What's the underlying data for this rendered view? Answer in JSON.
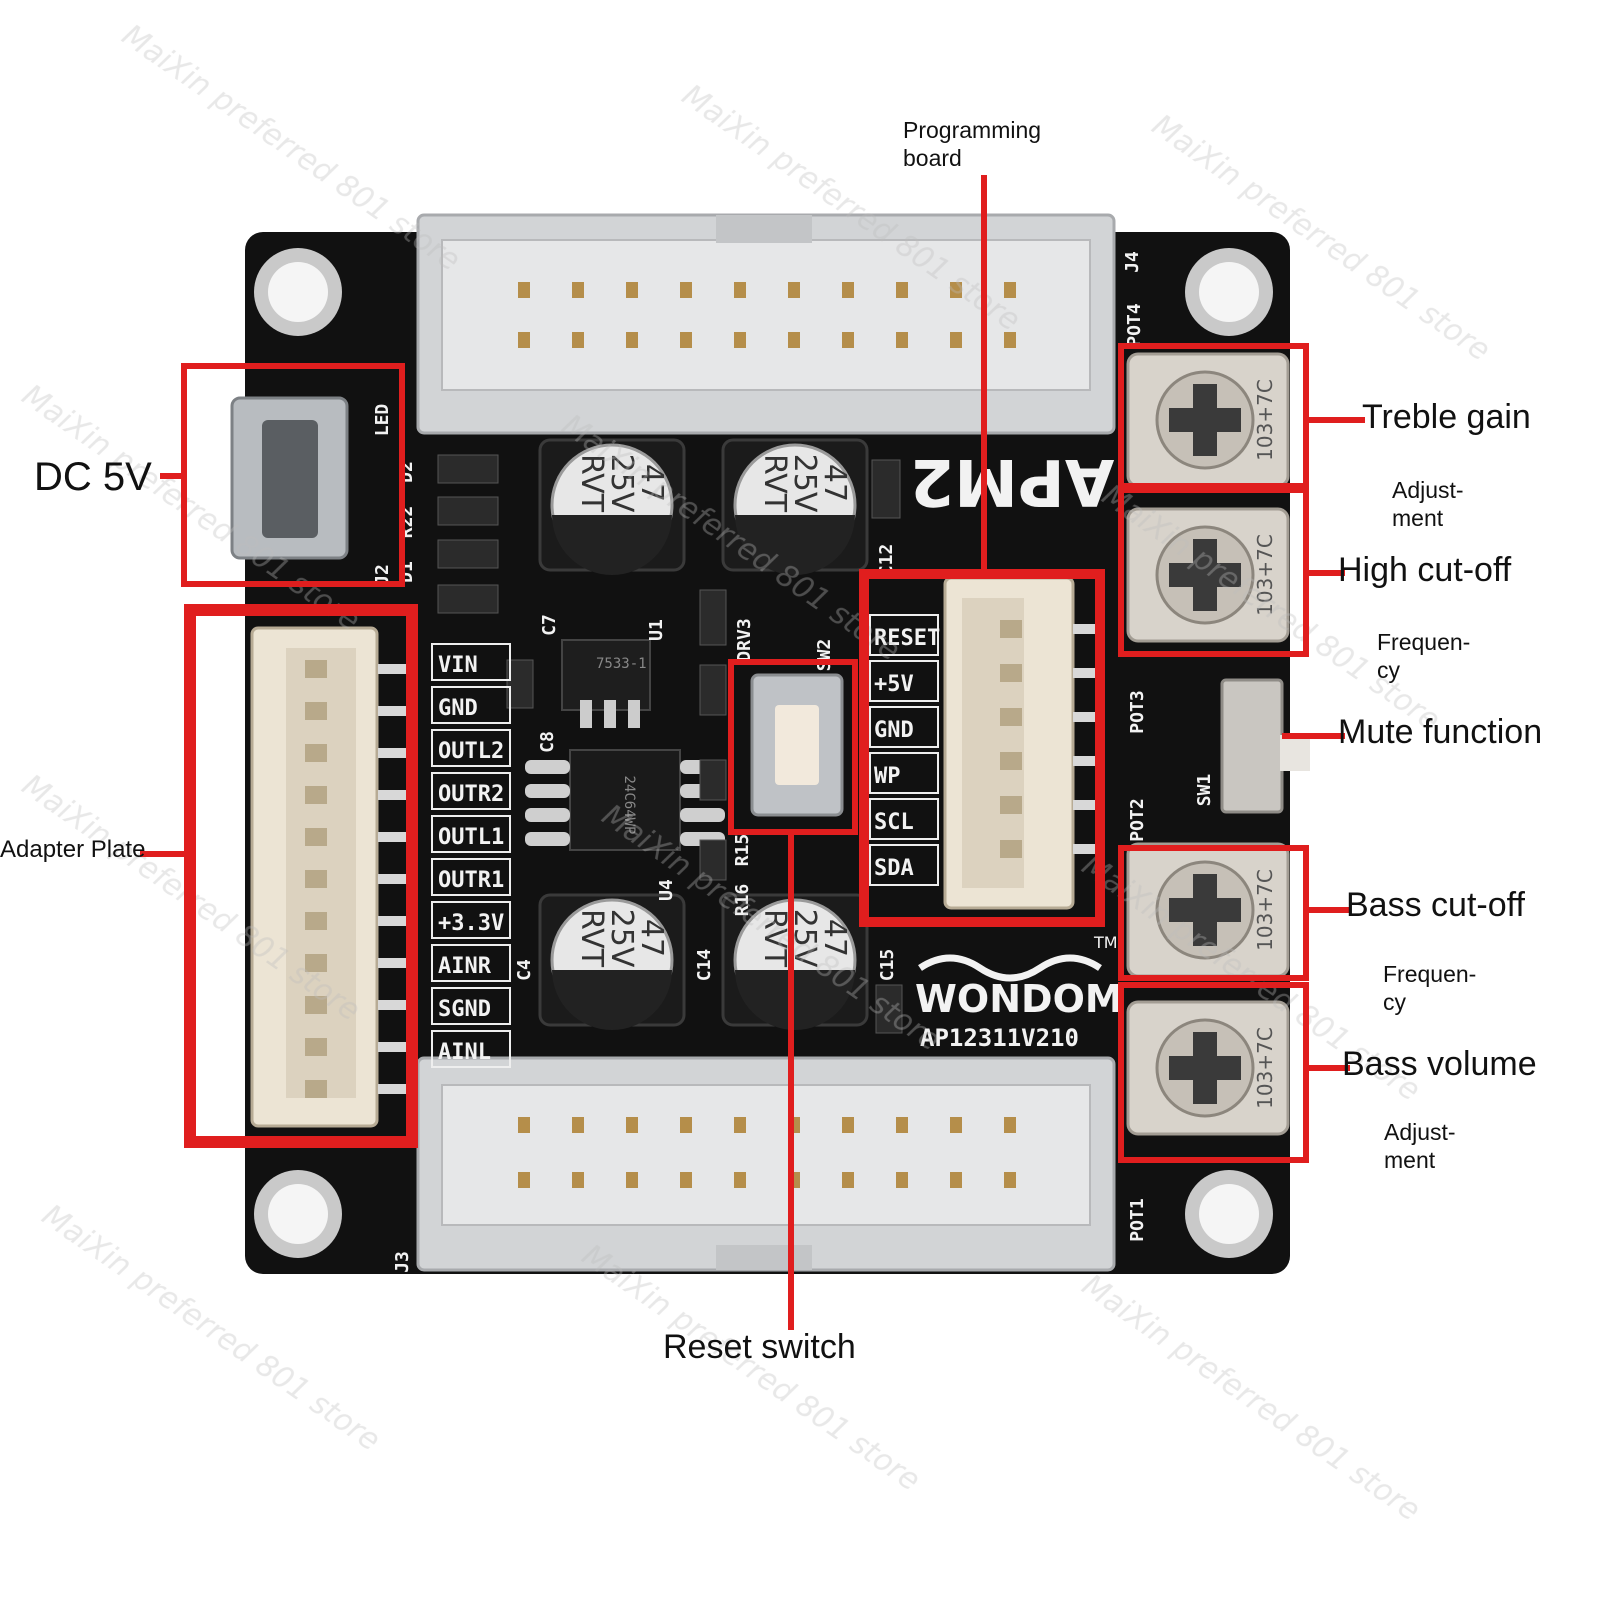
{
  "callouts": {
    "programming_board": [
      "Programming",
      "board"
    ],
    "dc_5v": "DC 5V",
    "adapter_plate": "Adapter Plate",
    "reset_switch": "Reset switch",
    "treble_gain": "Treble gain",
    "treble_sub": [
      "Adjust-",
      "ment"
    ],
    "high_cutoff": "High cut-off",
    "high_sub": [
      "Frequen-",
      "cy"
    ],
    "mute": "Mute function",
    "bass_cutoff": "Bass cut-off",
    "bass_cutoff_sub": [
      "Frequen-",
      "cy"
    ],
    "bass_volume": "Bass volume",
    "bass_volume_sub": [
      "Adjust-",
      "ment"
    ]
  },
  "board": {
    "model": "AP12311V210",
    "brand": "WONDOM",
    "trademark": "TM",
    "logo": "APM2",
    "left_pins": [
      "VIN",
      "GND",
      "OUTL2",
      "OUTR2",
      "OUTL1",
      "OUTR1",
      "+3.3V",
      "AINR",
      "SGND",
      "AINL"
    ],
    "prog_pins": [
      "RESET",
      "+5V",
      "GND",
      "WP",
      "SCL",
      "SDA"
    ],
    "capacitor_text": [
      "47",
      "25V",
      "RVT"
    ],
    "pot_text": "103+7C",
    "refs": [
      "LED",
      "D2",
      "R22",
      "D1",
      "J2",
      "J3",
      "J4",
      "POT4",
      "POT3",
      "POT2",
      "POT1",
      "SW1",
      "SW2",
      "U1",
      "U4",
      "C7",
      "C8",
      "C4",
      "C12",
      "C14",
      "C15",
      "R16",
      "R15",
      "DRV3"
    ],
    "regulator_text": "7533-1",
    "ic_text": "24C64WP"
  },
  "watermark": "MaiXin preferred 801 store",
  "colors": {
    "callout_red": "#e01e1e",
    "pcb": "#111111",
    "silkscreen": "#f2f2f2",
    "connector": "#d2d4d6"
  }
}
